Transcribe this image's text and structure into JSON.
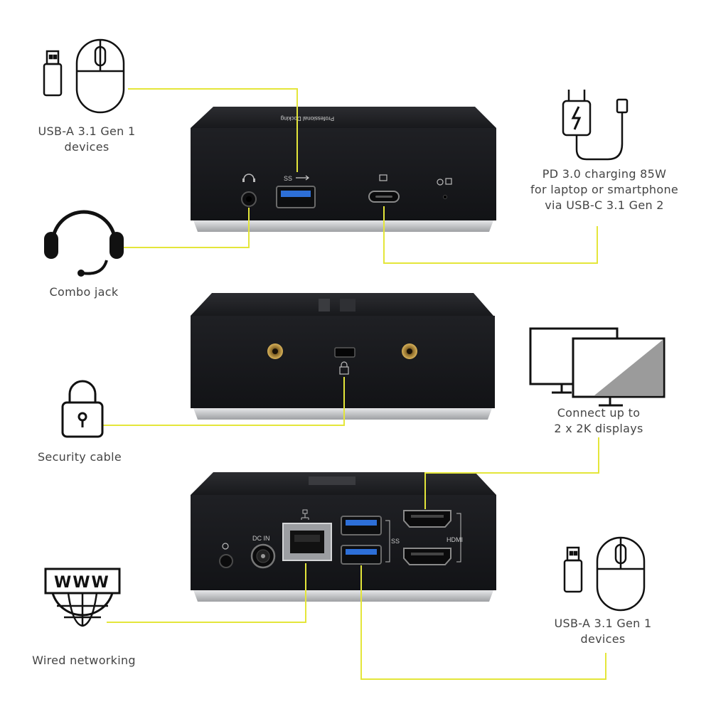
{
  "labels": {
    "usb_top": [
      "USB-A 3.1 Gen 1",
      "devices"
    ],
    "combo": [
      "Combo jack"
    ],
    "pd": [
      "PD 3.0 charging 85W",
      "for laptop or smartphone",
      "via USB-C 3.1 Gen 2"
    ],
    "security": [
      "Security cable"
    ],
    "displays": [
      "Connect up to",
      "2 x 2K displays"
    ],
    "networking": [
      "Wired networking"
    ],
    "usb_bottom": [
      "USB-A 3.1 Gen 1",
      "devices"
    ]
  },
  "port_labels": {
    "dc_in": "DC IN",
    "hdmi": "HDMI",
    "ss": "SS"
  },
  "www_text": "WWW",
  "brand_text": "Professional Docking",
  "colors": {
    "connector_line": "#e4e63a",
    "device_body": "#1b1c1f",
    "device_base": "#c9cacc",
    "icon_stroke": "#111111",
    "label_text": "#444444"
  }
}
